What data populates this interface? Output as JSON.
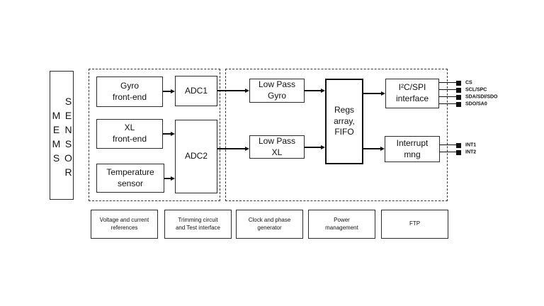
{
  "colors": {
    "background": "#ffffff",
    "line": "#111111"
  },
  "mems_block": {
    "left_letters": "MEMS",
    "right_letters": "SENSOR"
  },
  "analog_section": {
    "gyro_frontend": "Gyro\nfront-end",
    "adc1": "ADC1",
    "xl_frontend": "XL\nfront-end",
    "adc2": "ADC2",
    "temperature_sensor": "Temperature\nsensor"
  },
  "digital_section": {
    "low_pass_gyro": "Low Pass\nGyro",
    "low_pass_xl": "Low Pass\nXL",
    "regs_array_fifo": "Regs\narray,\nFIFO",
    "i2c_spi_interface": "I²C/SPI\ninterface",
    "interrupt_mng": "Interrupt\nmng"
  },
  "pins": {
    "spi": [
      "CS",
      "SCL/SPC",
      "SDA/SDI/SDO",
      "SDO/SA0"
    ],
    "interrupt": [
      "INT1",
      "INT2"
    ]
  },
  "bottom_blocks": [
    "Voltage and current\nreferences",
    "Trimming circuit\nand Test interface",
    "Clock and phase\ngenerator",
    "Power\nmanagement",
    "FTP"
  ]
}
